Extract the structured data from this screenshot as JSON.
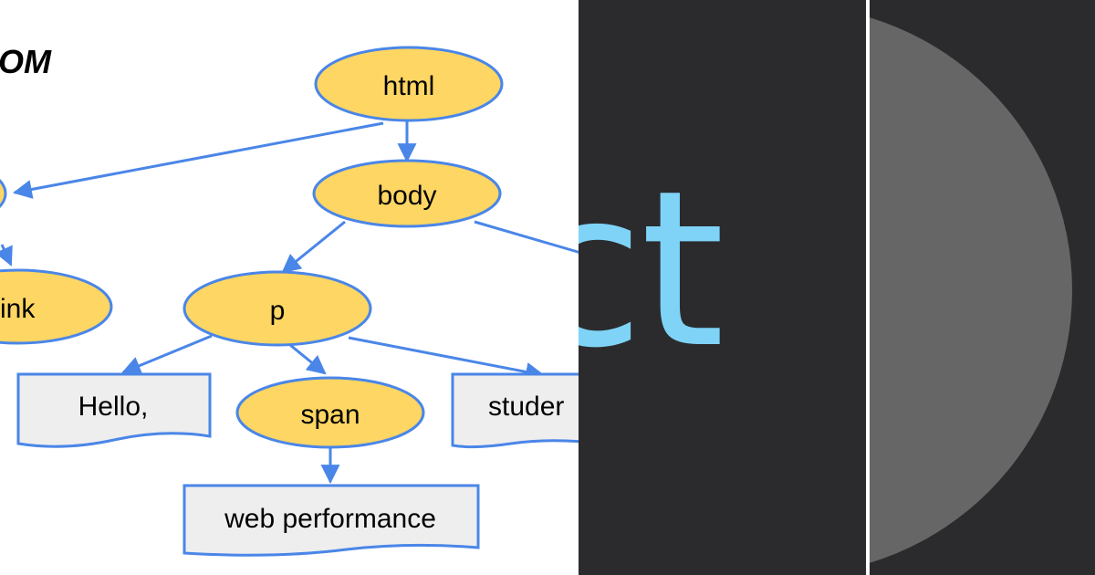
{
  "dom_diagram": {
    "title": "OM",
    "nodes": {
      "html": "html",
      "body": "body",
      "link": "ink",
      "p": "p",
      "span": "span",
      "text_hello": "Hello,",
      "text_web_performance": "web performance",
      "text_students": "studer"
    },
    "colors": {
      "element_fill": "#fdd663",
      "text_fill": "#eeeeee",
      "stroke": "#4a86e8"
    }
  },
  "react_panel": {
    "text": "ct",
    "color": "#7fd3f7",
    "background": "#2b2b2e"
  },
  "circle_panel": {
    "circle_color": "#666666",
    "background": "#2b2b2e"
  }
}
